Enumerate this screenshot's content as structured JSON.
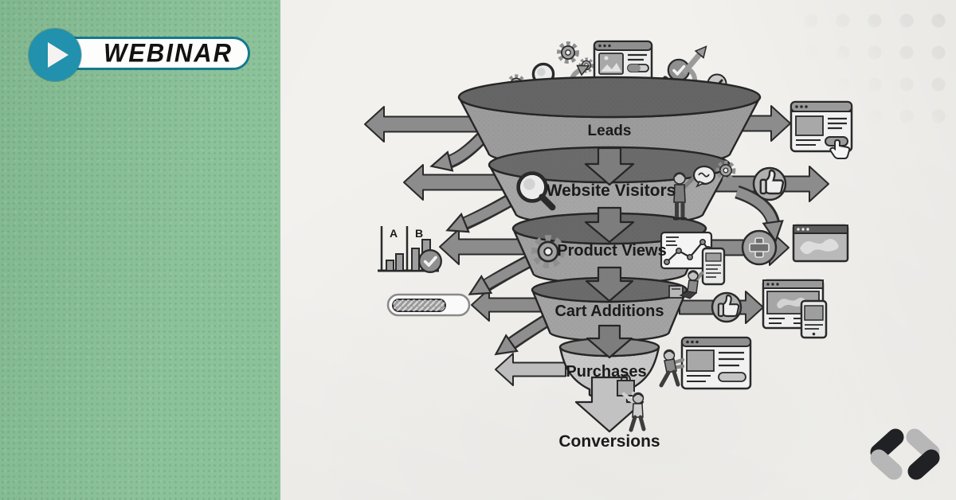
{
  "badge": {
    "label": "WEBINAR"
  },
  "diagram": {
    "type": "marketing-funnel",
    "stages": [
      {
        "label": "Leads"
      },
      {
        "label": "Website Visitors"
      },
      {
        "label": "Product Views"
      },
      {
        "label": "Cart Additions"
      },
      {
        "label": "Purchases"
      }
    ],
    "outcome": {
      "label": "Conversions"
    },
    "ab_test": {
      "label_a": "A",
      "label_b": "B"
    }
  },
  "colors": {
    "panel_green": "#87bf95",
    "badge_teal": "#2191ad",
    "paper": "#f2f1ee",
    "funnel_rim_dark": "#646464",
    "funnel_body_mid": "#a0a0a0",
    "funnel_body_light": "#c7c7c7",
    "arrow_gray": "#8c8c8c",
    "ink": "#2a2a2a",
    "logo_dark": "#202124",
    "logo_gray": "#b7b7b7"
  },
  "icons": {
    "badge": "play-icon",
    "top_row": [
      "gear-icon",
      "magnifier-icon",
      "gears-icon",
      "curved-up-arrow-icon",
      "browser-card-icon",
      "thumbs-up-icon",
      "check-icon",
      "growth-arrow-icon",
      "curved-down-arrow-icon",
      "check-icon"
    ],
    "stage_decorations": [
      "magnifier-icon",
      "chat-gear-icon",
      "gear-icon",
      "line-chart-card-icon",
      "smartphone-icon"
    ],
    "left_side": [
      "ab-test-chart-icon",
      "check-icon",
      "loading-bar-icon"
    ],
    "right_side": [
      "browser-click-icon",
      "thumbs-up-badge-icon",
      "plus-badge-icon",
      "map-browser-icon",
      "browser-phone-icon",
      "form-card-icon"
    ],
    "brand": "double-chevron-logo-icon"
  }
}
